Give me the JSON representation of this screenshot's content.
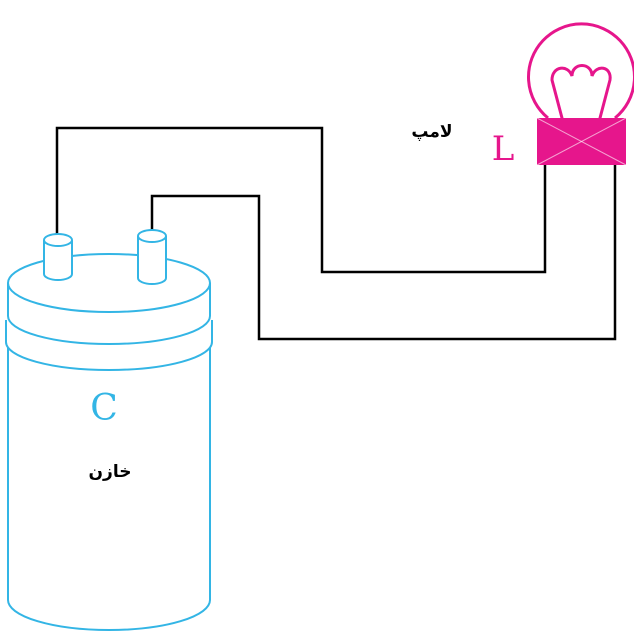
{
  "diagram": {
    "lamp": {
      "letter": "L",
      "name": "لامپ",
      "color": "#e6168c"
    },
    "capacitor": {
      "letter": "C",
      "name": "خازن",
      "color": "#33b5e5"
    },
    "wire_color": "#000000"
  }
}
